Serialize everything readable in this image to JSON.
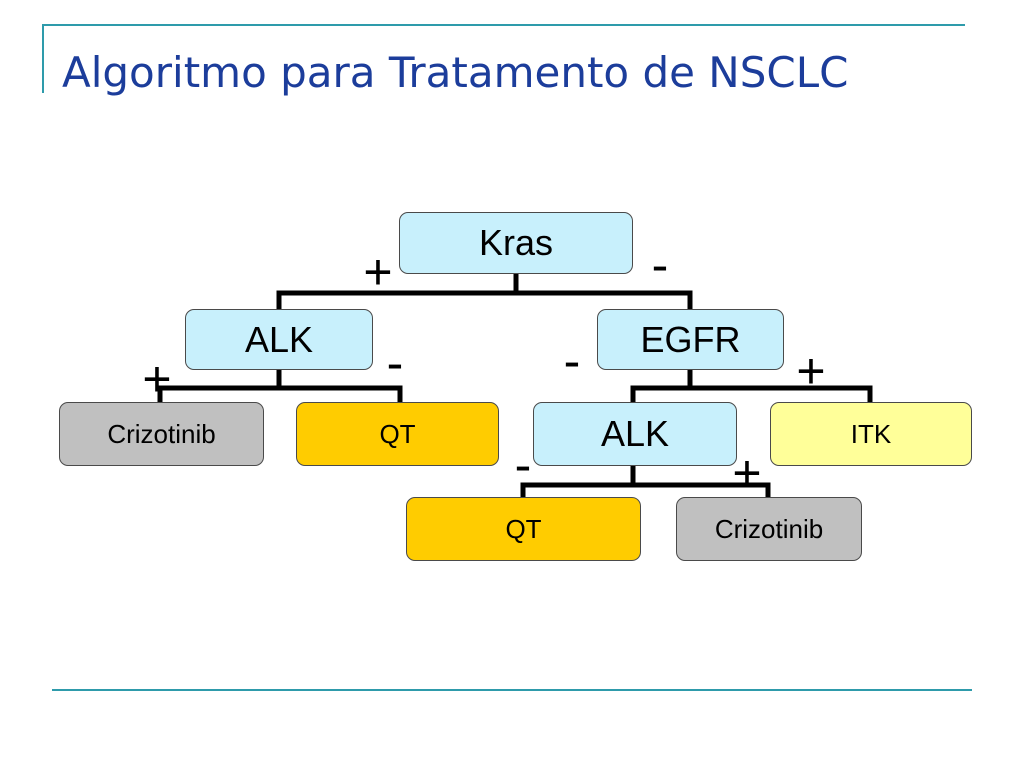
{
  "slide": {
    "title": "Algoritmo para Tratamento de NSCLC"
  },
  "colors": {
    "title_text": "#1c3d9b",
    "rule_line": "#2e9bab",
    "connector": "#000000"
  },
  "tree": {
    "label": "Kras",
    "fill": "#c8f0fc",
    "children": [
      {
        "sign": "+",
        "label": "ALK",
        "fill": "#c8f0fc",
        "children": [
          {
            "sign": "+",
            "label": "Crizotinib",
            "fill": "#c0c0c0"
          },
          {
            "sign": "-",
            "label": "QT",
            "fill": "#ffcc00"
          }
        ]
      },
      {
        "sign": "-",
        "label": "EGFR",
        "fill": "#c8f0fc",
        "children": [
          {
            "sign": "-",
            "label": "ALK",
            "fill": "#c8f0fc",
            "children": [
              {
                "sign": "-",
                "label": "QT",
                "fill": "#ffcc00"
              },
              {
                "sign": "+",
                "label": "Crizotinib",
                "fill": "#c0c0c0"
              }
            ]
          },
          {
            "sign": "+",
            "label": "ITK",
            "fill": "#ffff99"
          }
        ]
      }
    ]
  }
}
